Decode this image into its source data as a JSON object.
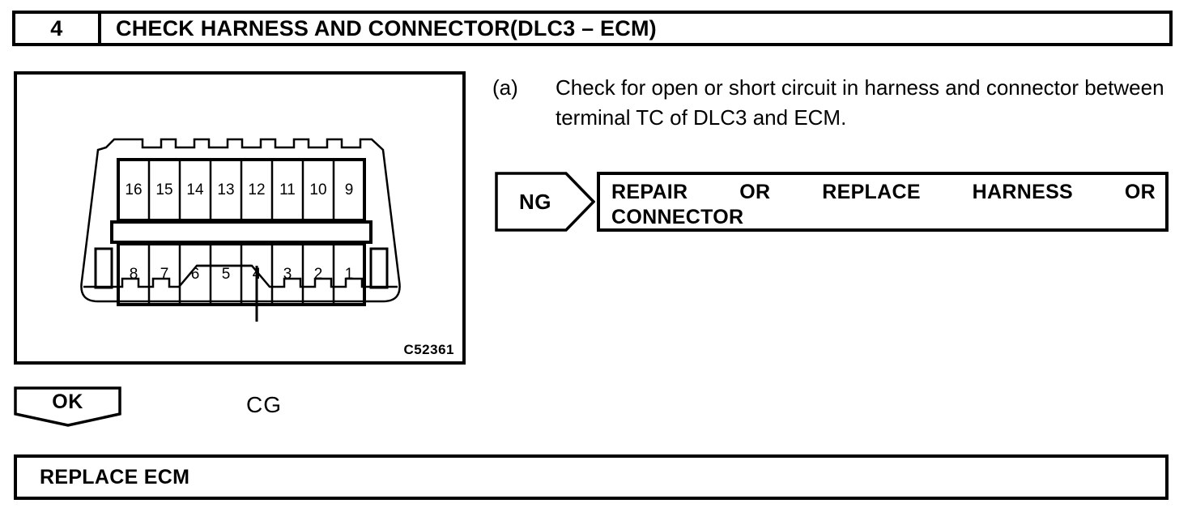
{
  "step": {
    "number": "4",
    "title": "CHECK HARNESS AND CONNECTOR(DLC3 – ECM)"
  },
  "instruction": {
    "marker": "(a)",
    "text": "Check for open or short circuit in harness and connector between terminal TC of DLC3 and ECM."
  },
  "figure": {
    "id": "C52361",
    "callout_label": "CG",
    "callout_target_pin": "4",
    "connector_name": "DLC3",
    "pin_rows": [
      [
        "16",
        "15",
        "14",
        "13",
        "12",
        "11",
        "10",
        "9"
      ],
      [
        "8",
        "7",
        "6",
        "5",
        "4",
        "3",
        "2",
        "1"
      ]
    ]
  },
  "branches": {
    "ng": {
      "label": "NG",
      "result_line_1": "REPAIR OR REPLACE HARNESS OR",
      "result_line_2": "CONNECTOR"
    },
    "ok": {
      "label": "OK"
    }
  },
  "final_action": {
    "label": "REPLACE ECM"
  },
  "colors": {
    "ink": "#000000",
    "paper": "#ffffff"
  }
}
